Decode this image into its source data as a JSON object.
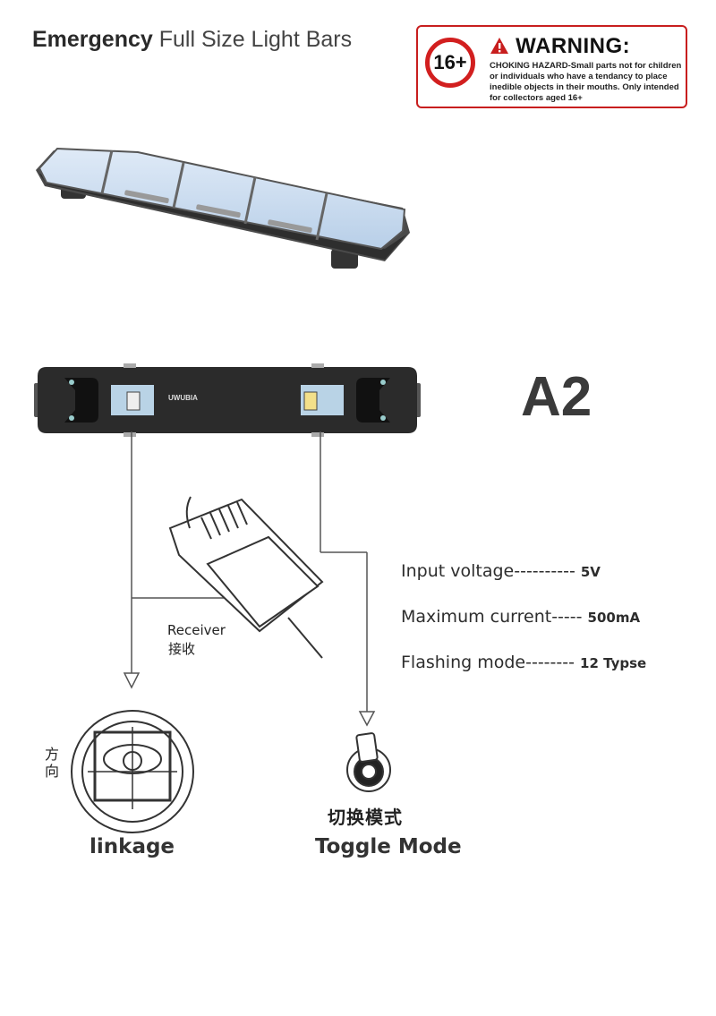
{
  "header": {
    "title_bold": "Emergency",
    "title_rest": " Full Size Light Bars"
  },
  "warning": {
    "age_badge": "16+",
    "title": "WARNING:",
    "text": "CHOKING HAZARD-Small parts not for children or individuals who have a tendancy to place inedible objects in their mouths. Only intended for collectors aged 16+",
    "color": "#c81e1e"
  },
  "model_label": "A2",
  "brand_mark": "UWUBIA",
  "specs": [
    {
      "label": "Input voltage",
      "dashes": "----------",
      "value": "5V"
    },
    {
      "label": "Maximum current",
      "dashes": "-----",
      "value": "500mA"
    },
    {
      "label": "Flashing mode",
      "dashes": "--------",
      "value": "12 Typse"
    }
  ],
  "receiver": {
    "label": "Receiver",
    "label_cn": "接收"
  },
  "direction_cn": "方向",
  "toggle_cn": "切换模式",
  "linkage_label": "linkage",
  "toggle_label": "Toggle Mode",
  "colors": {
    "lens_blue": "#c9dcf0",
    "housing": "#2b2b2b",
    "warning_red": "#c81e1e"
  }
}
